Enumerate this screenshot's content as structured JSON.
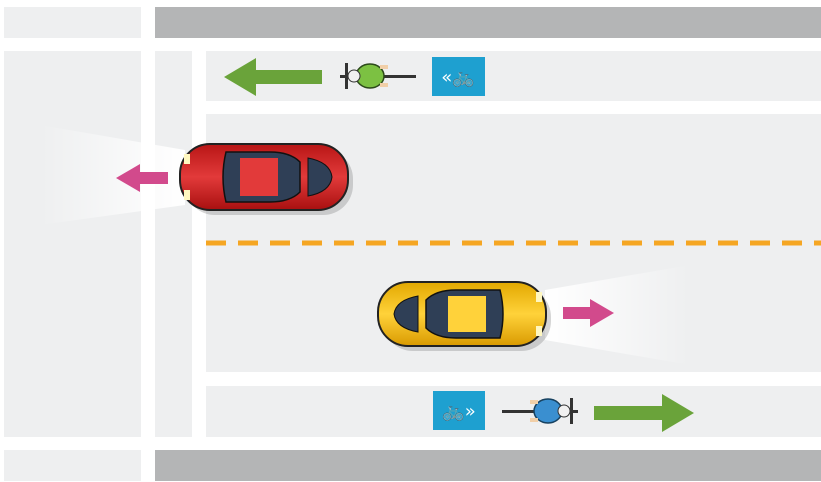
{
  "colors": {
    "background": "#ffffff",
    "road_light": "#eeeff0",
    "road_dark": "#b4b5b6",
    "lane_divider": "#f5a623",
    "cyclist_arrow": "#6aa33a",
    "car_arrow": "#d24a8c",
    "bike_sign": "#1ea0d0",
    "red_car": "#d42a2a",
    "yellow_car": "#f2bd17",
    "cyclist_top_jersey": "#7cc142",
    "cyclist_bottom_jersey": "#3a8fd0"
  },
  "icons": {
    "top_sign": "bike-lane-sign-left-icon",
    "bottom_sign": "bike-lane-sign-right-icon",
    "top_cyclist": "cyclist-icon",
    "bottom_cyclist": "cyclist-icon",
    "left_car": "red-car-icon",
    "right_car": "yellow-car-icon"
  },
  "scene": {
    "description_items": [
      {
        "role": "cyclist",
        "lane": "top-bike-lane",
        "direction": "left"
      },
      {
        "role": "car",
        "lane": "upper-traffic-lane",
        "direction": "left"
      },
      {
        "role": "car",
        "lane": "lower-traffic-lane",
        "direction": "right"
      },
      {
        "role": "cyclist",
        "lane": "bottom-bike-lane",
        "direction": "right"
      }
    ]
  }
}
